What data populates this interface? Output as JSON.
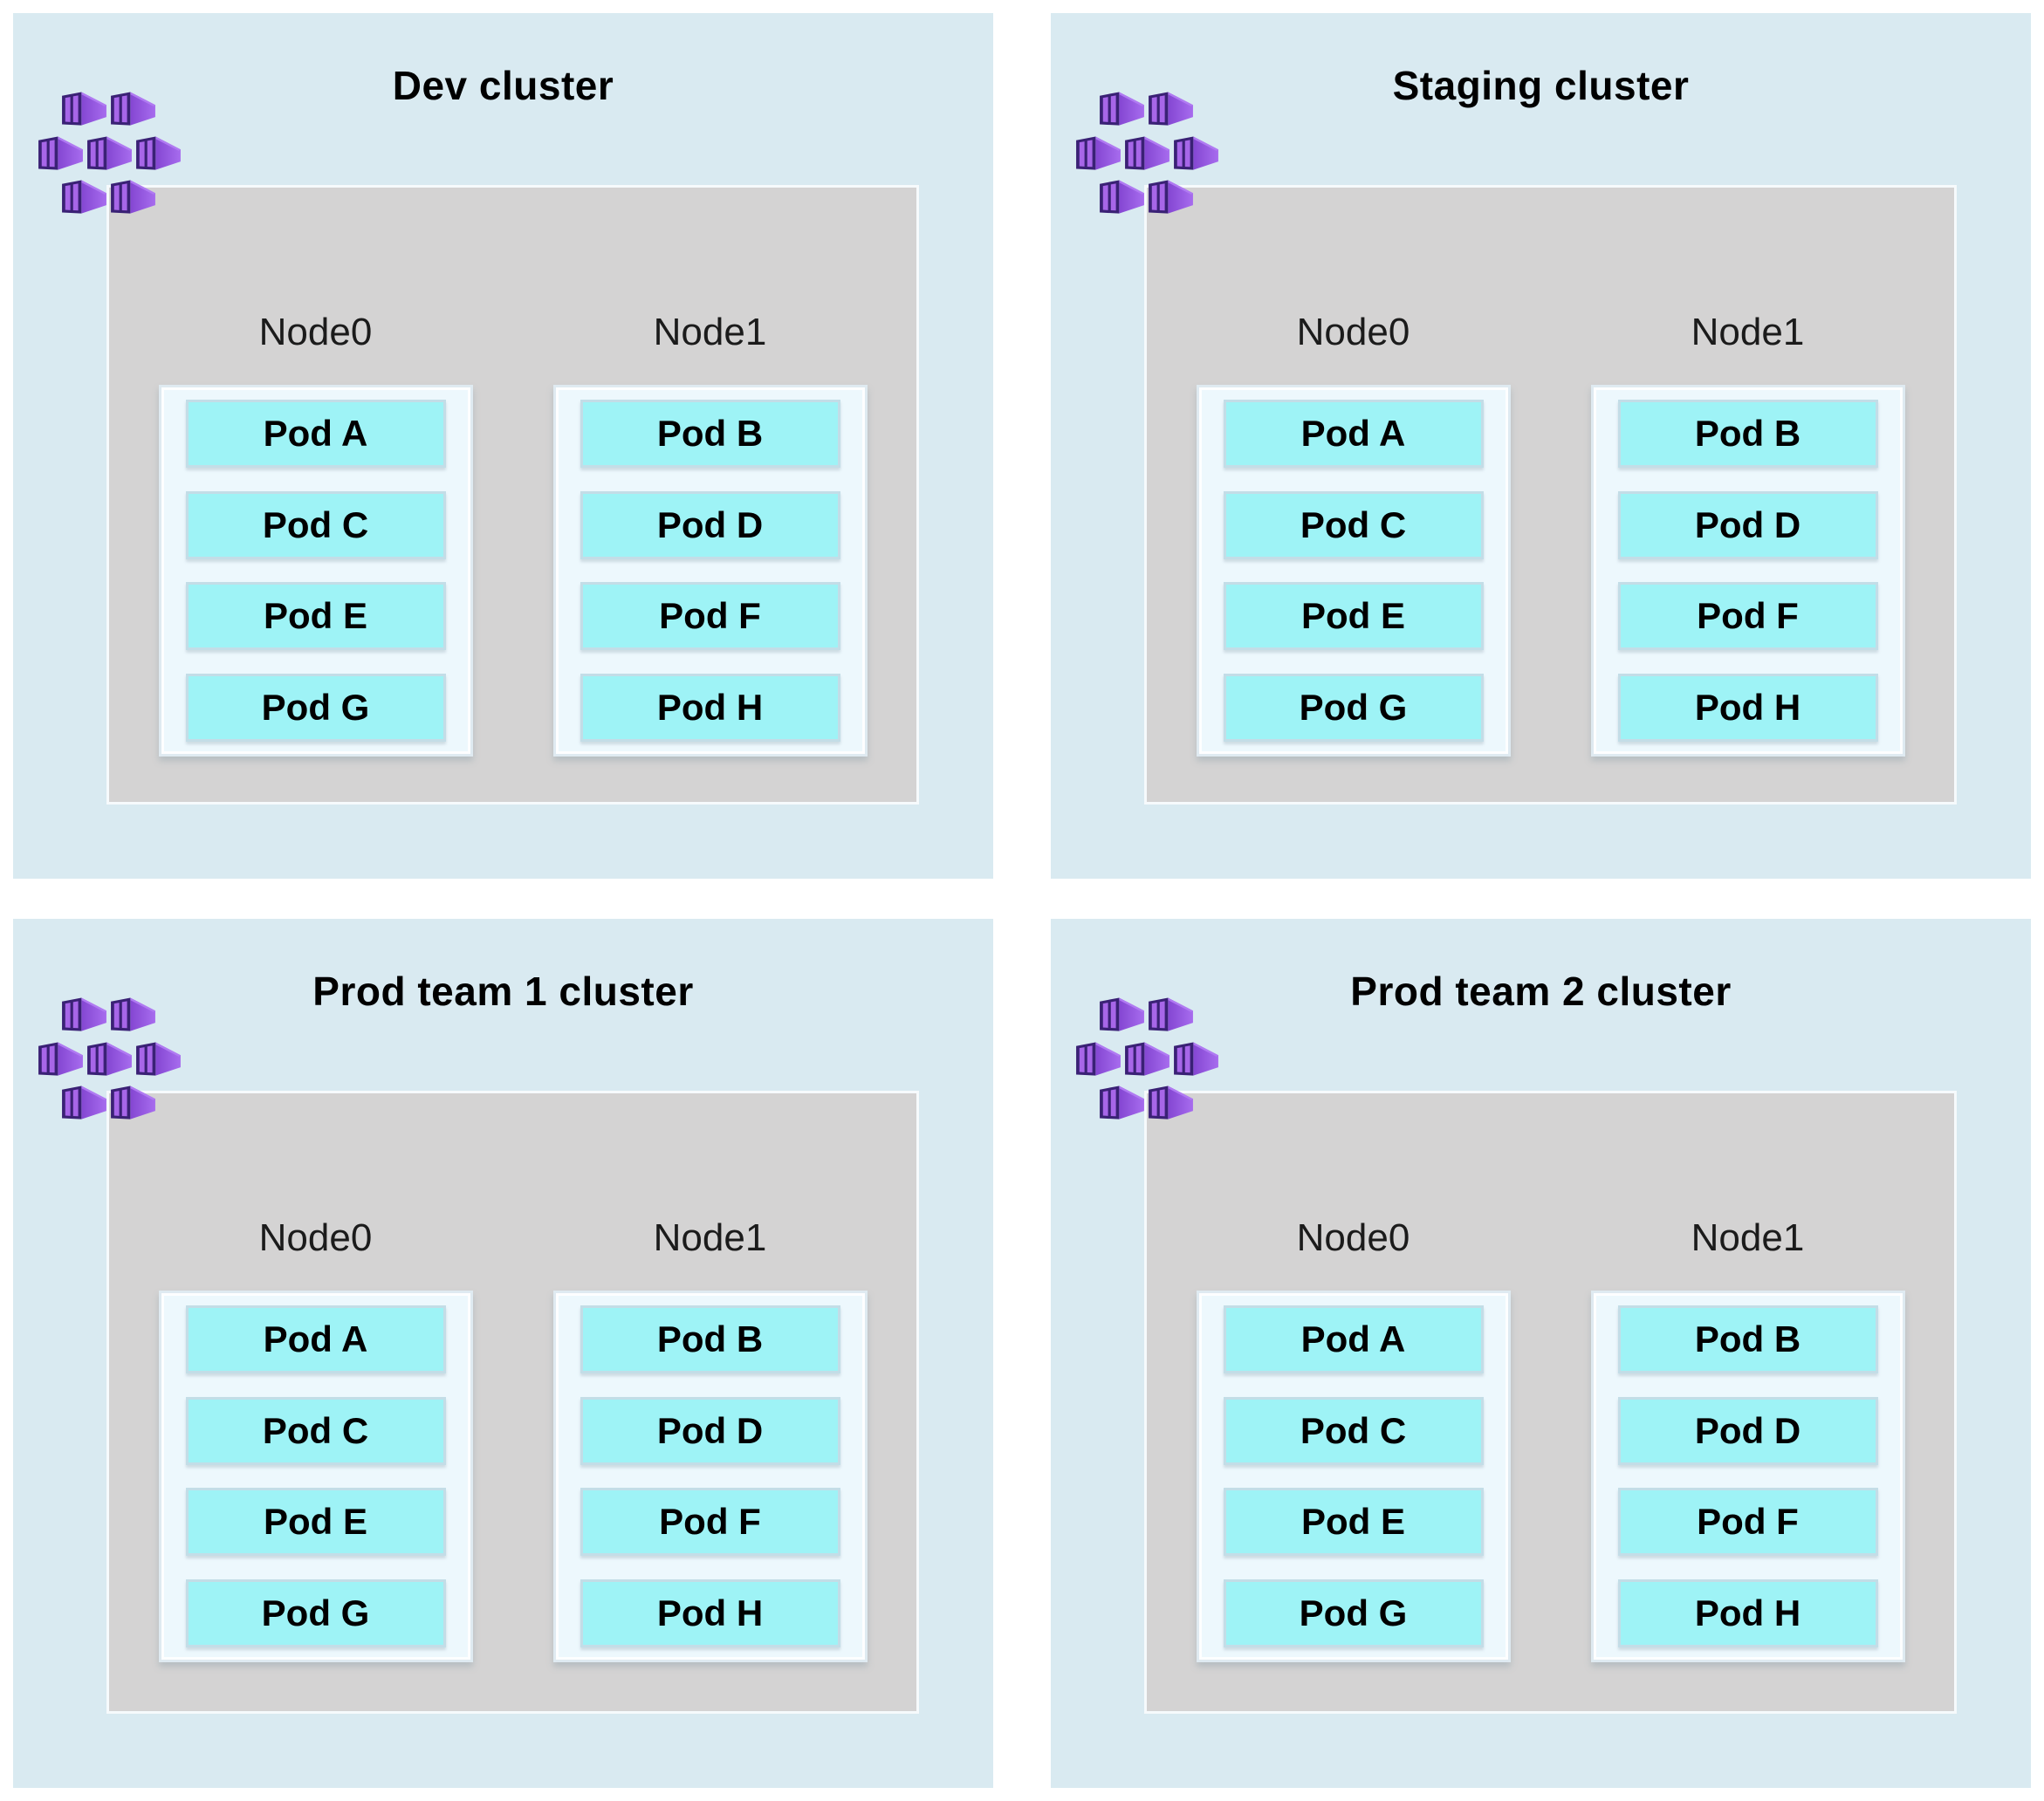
{
  "diagram": {
    "type": "kubernetes-clusters-diagram",
    "clusters": [
      {
        "title": "Dev cluster",
        "nodes": [
          {
            "label": "Node0",
            "pods": [
              "Pod A",
              "Pod C",
              "Pod E",
              "Pod G"
            ]
          },
          {
            "label": "Node1",
            "pods": [
              "Pod B",
              "Pod D",
              "Pod F",
              "Pod H"
            ]
          }
        ]
      },
      {
        "title": "Staging cluster",
        "nodes": [
          {
            "label": "Node0",
            "pods": [
              "Pod A",
              "Pod C",
              "Pod E",
              "Pod G"
            ]
          },
          {
            "label": "Node1",
            "pods": [
              "Pod B",
              "Pod D",
              "Pod F",
              "Pod H"
            ]
          }
        ]
      },
      {
        "title": "Prod team 1 cluster",
        "nodes": [
          {
            "label": "Node0",
            "pods": [
              "Pod A",
              "Pod C",
              "Pod E",
              "Pod G"
            ]
          },
          {
            "label": "Node1",
            "pods": [
              "Pod B",
              "Pod D",
              "Pod F",
              "Pod H"
            ]
          }
        ]
      },
      {
        "title": "Prod team 2 cluster",
        "nodes": [
          {
            "label": "Node0",
            "pods": [
              "Pod A",
              "Pod C",
              "Pod E",
              "Pod G"
            ]
          },
          {
            "label": "Node1",
            "pods": [
              "Pod B",
              "Pod D",
              "Pod F",
              "Pod H"
            ]
          }
        ]
      }
    ],
    "icon": {
      "name": "containers-icon",
      "container_count": 7
    },
    "colors": {
      "page_bg": "#ffffff",
      "cluster_bg": "#d9eaf1",
      "node_area_bg": "#d4d3d3",
      "node_bg": "#edf8fd",
      "node_border": "#dfeaf1",
      "pod_bg": "#9ef3f6",
      "pod_border": "#c3dde7",
      "text": "#000000",
      "node_label_color": "#1b1b1b",
      "icon_frame": "#3a2175",
      "icon_panel": "#a766e8",
      "icon_body_from": "#8446d2",
      "icon_body_to": "#a76cee",
      "icon_body_highlight": "#b07af2"
    }
  }
}
